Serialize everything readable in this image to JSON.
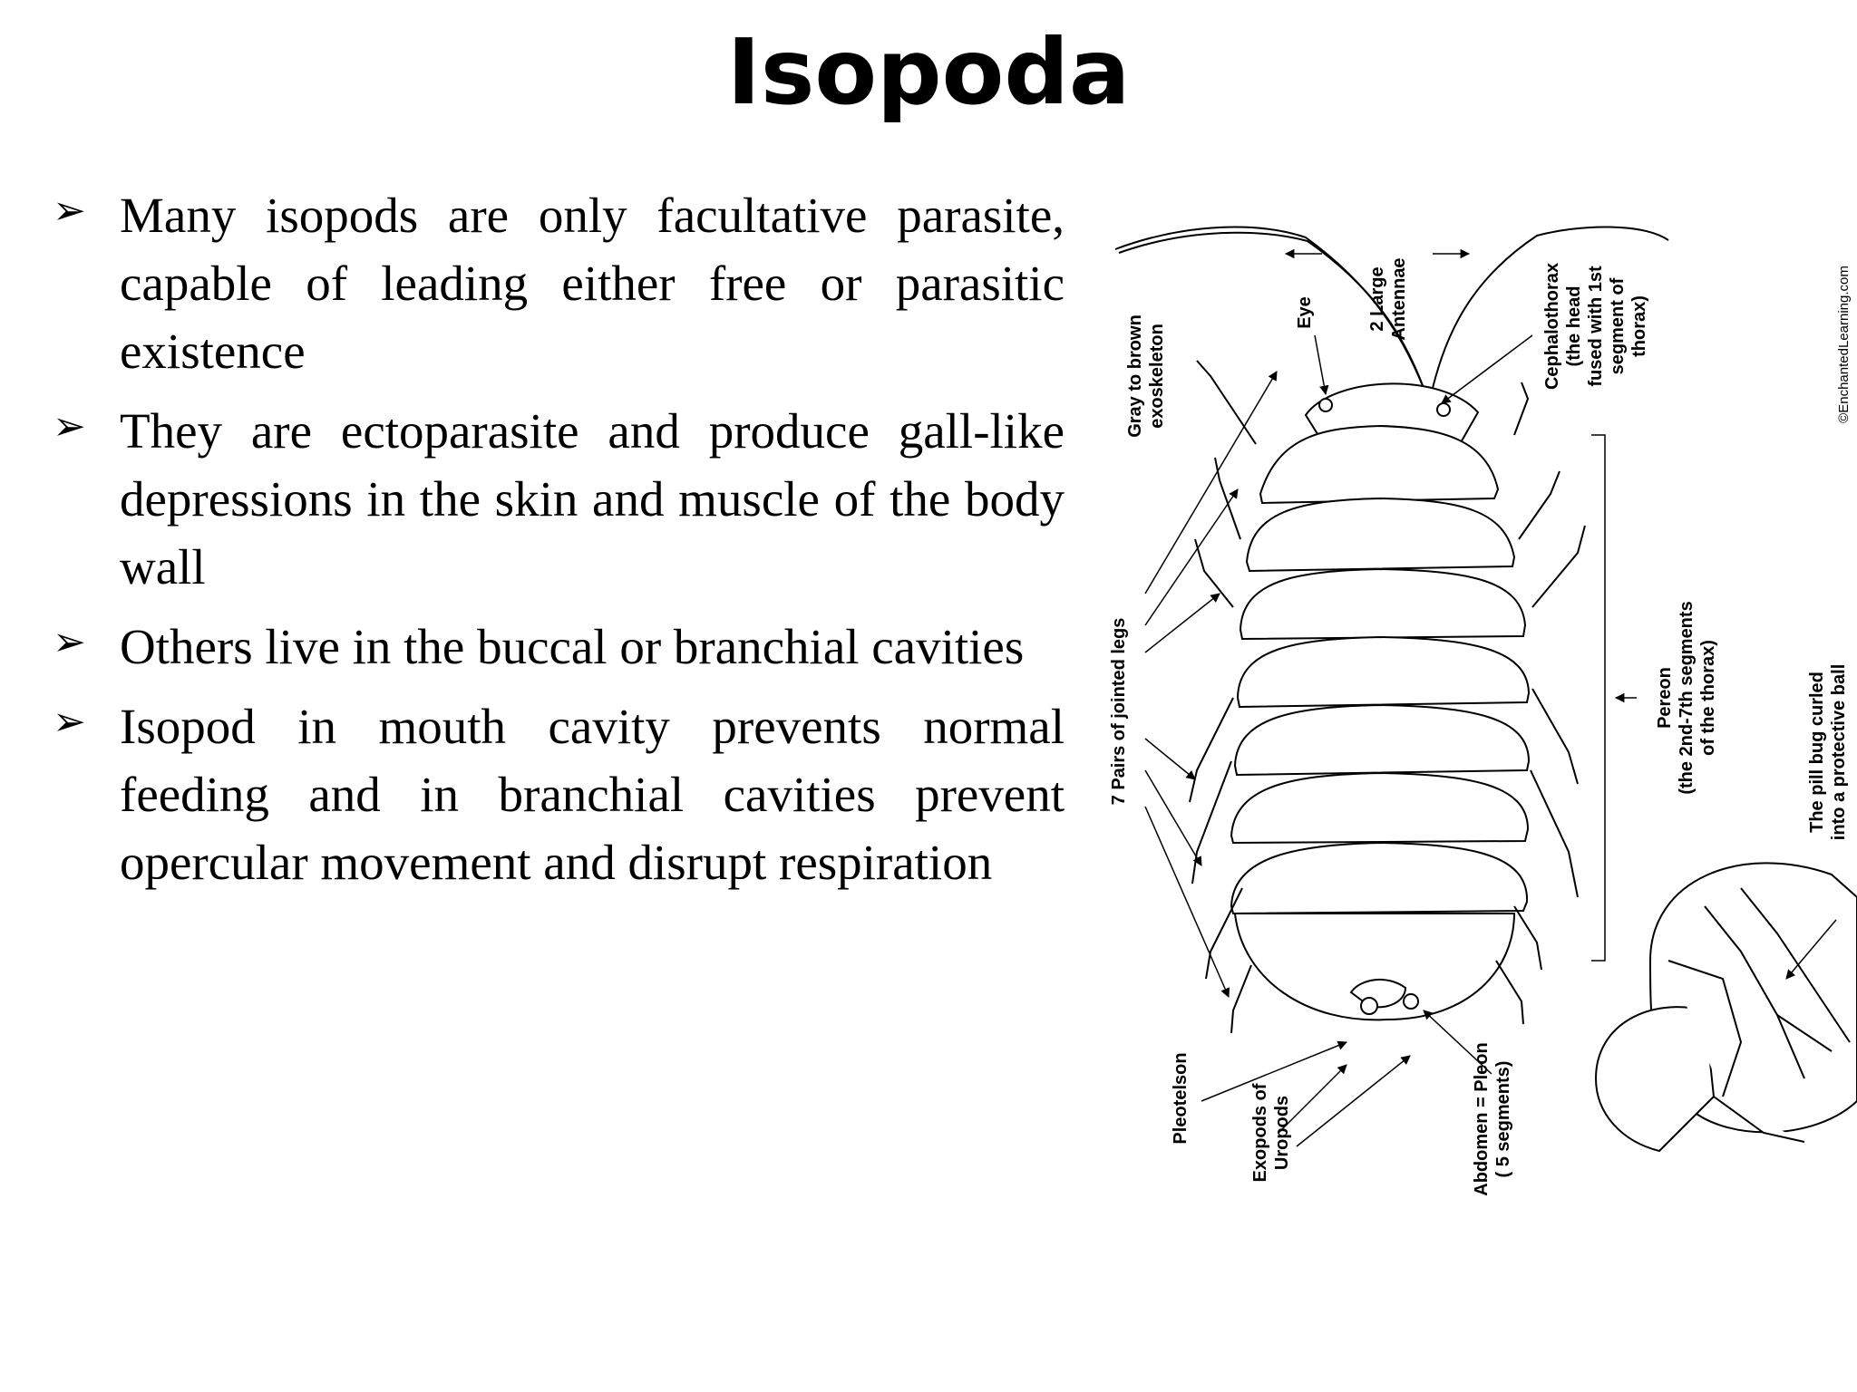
{
  "slide": {
    "title": "Isopoda",
    "bullet_marker_icon": "arrowhead-bullet-icon",
    "bullets": [
      "Many isopods are only facultative parasite, capable of leading either free or parasitic existence",
      "They are ectoparasite and produce gall-like depressions in the skin and muscle of the body wall",
      "Others live in the buccal or branchial cavities",
      "Isopod in mouth cavity prevents normal feeding and in branchial cavities prevent opercular movement and disrupt respiration"
    ]
  },
  "diagram": {
    "labels": {
      "antennae": [
        "2 Large",
        "Antennae"
      ],
      "eye": "Eye",
      "exoskeleton": [
        "Gray to brown",
        "exoskeleton"
      ],
      "cephalothorax": [
        "Cephalothorax",
        "(the head",
        "fused with 1st",
        "segment of",
        "thorax)"
      ],
      "copyright": "©EnchantedLearning.com",
      "legs": "7 Pairs of jointed legs",
      "pereon": [
        "Pereon",
        "(the 2nd-7th segments",
        "of the thorax)"
      ],
      "pill_bug": [
        "The pill bug curled",
        "into a protective ball"
      ],
      "pleotelson": "Pleotelson",
      "exopods": [
        "Exopods of",
        "Uropods"
      ],
      "abdomen": [
        "Abdomen = Pleon",
        "( 5 segments)"
      ]
    }
  }
}
